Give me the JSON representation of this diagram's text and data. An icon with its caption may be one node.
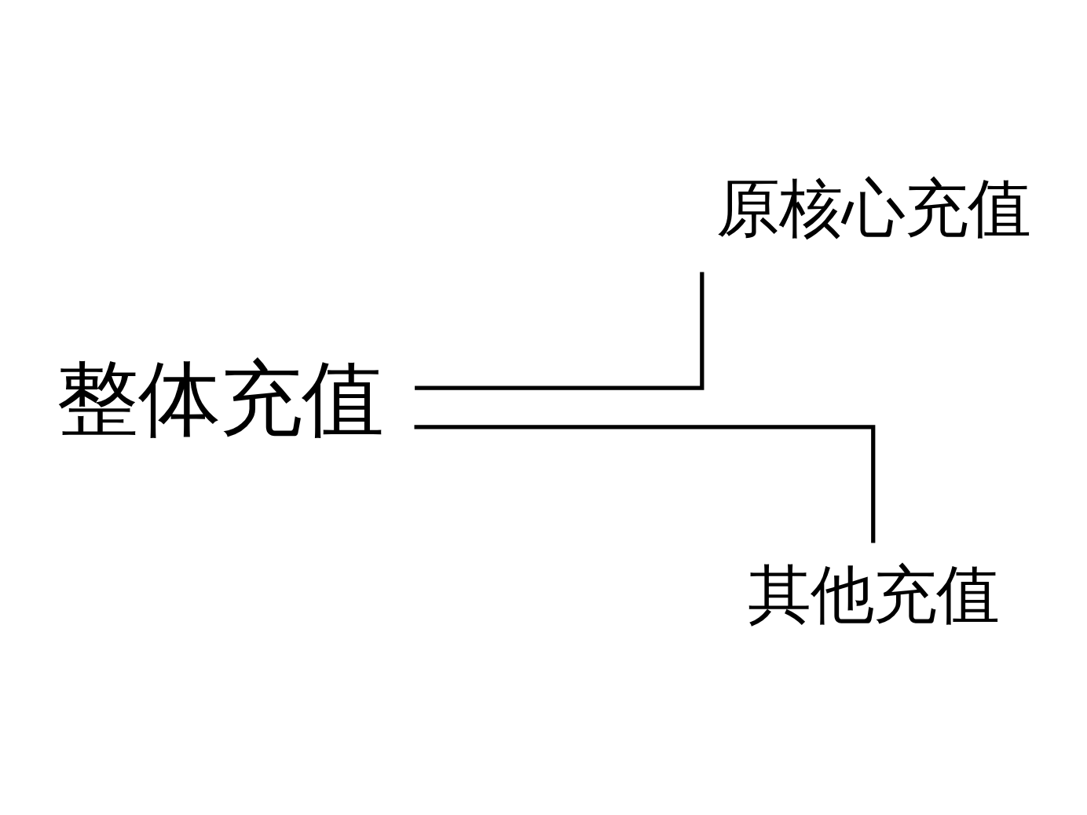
{
  "diagram": {
    "nodes": [
      {
        "text": [
          "整体充值"
        ]
      },
      {
        "text": [
          "原核心充值"
        ]
      },
      {
        "text": [
          "其他充值"
        ]
      }
    ],
    "edges": [
      {
        "from": 0,
        "to": 1,
        "arrow": "none"
      },
      {
        "from": 0,
        "to": 2,
        "arrow": "none"
      }
    ]
  }
}
